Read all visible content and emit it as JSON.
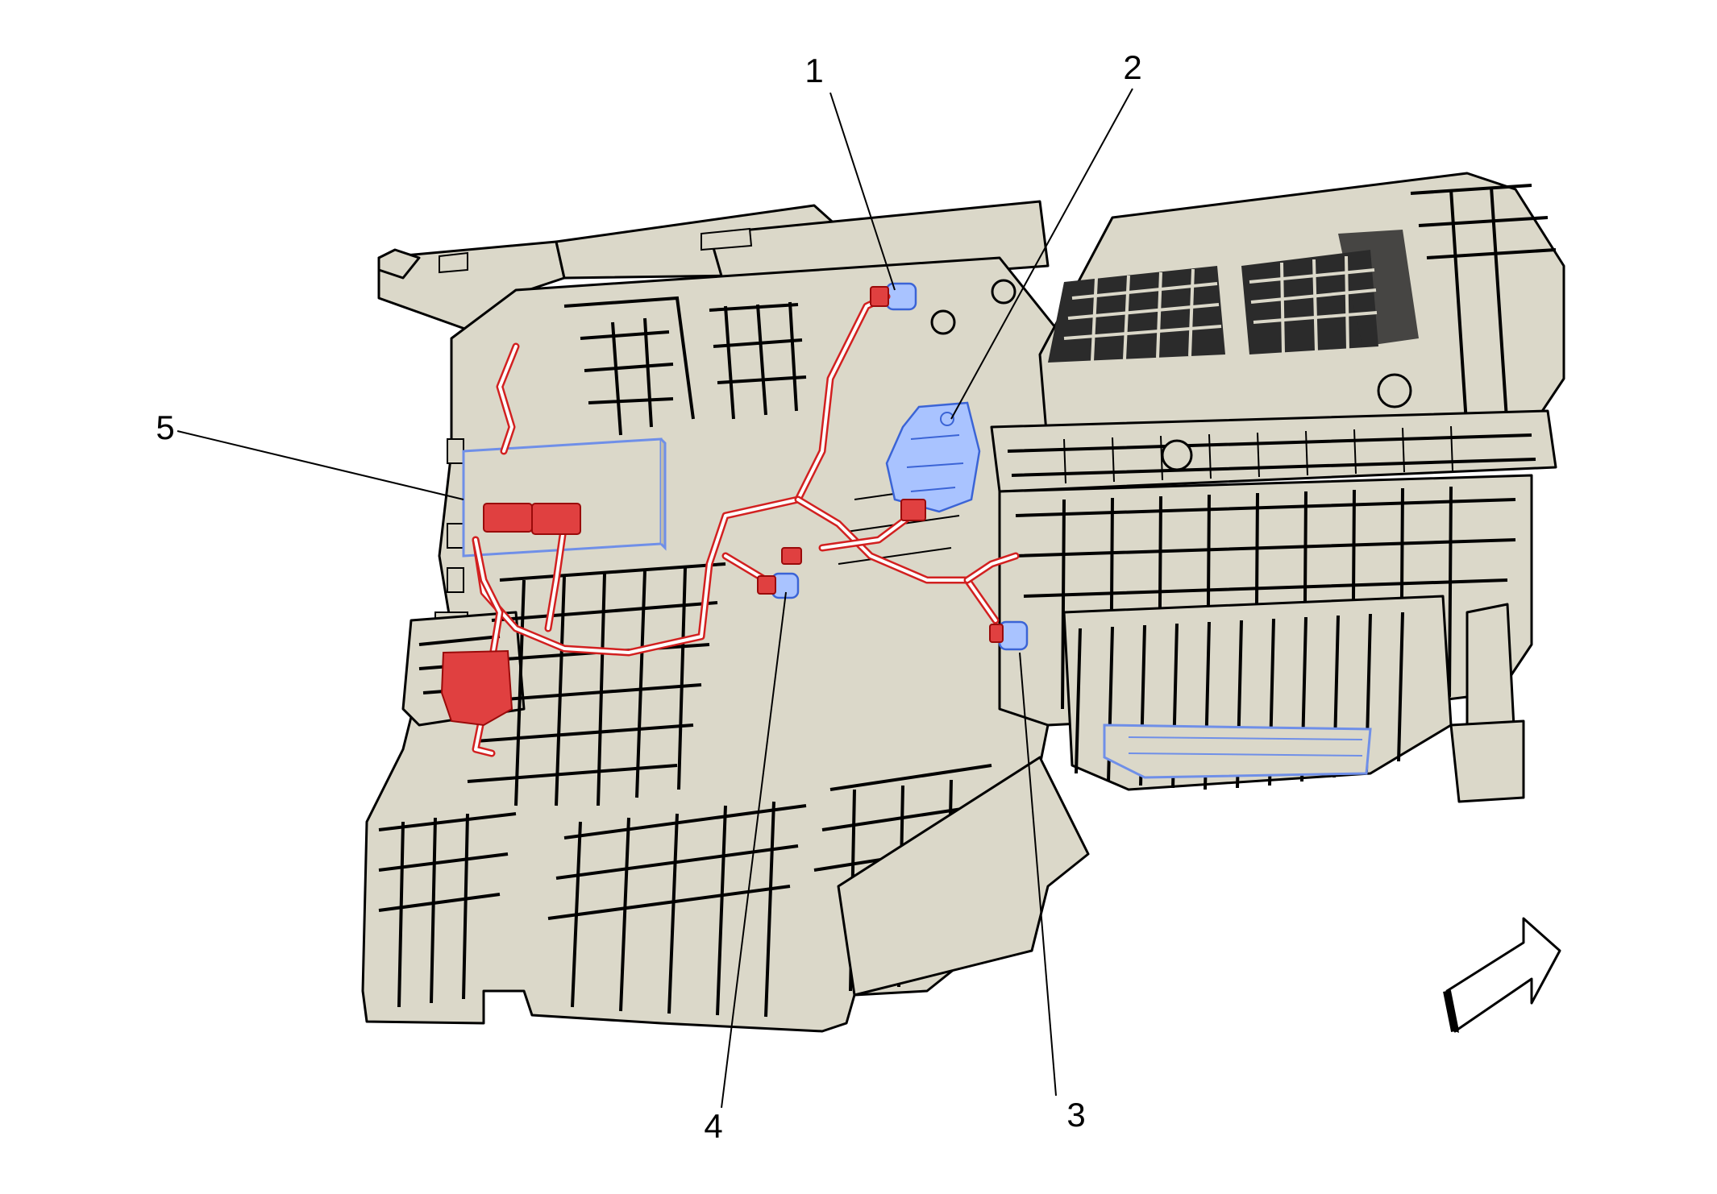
{
  "callouts": [
    {
      "id": "1",
      "label": "1"
    },
    {
      "id": "2",
      "label": "2"
    },
    {
      "id": "3",
      "label": "3"
    },
    {
      "id": "4",
      "label": "4"
    },
    {
      "id": "5",
      "label": "5"
    }
  ],
  "colors": {
    "housing": "#dbd8c9",
    "wiring_harness": "#d22020",
    "highlighted_component": "#a9c3ff",
    "outline": "#000000"
  },
  "icons": {
    "orientation_arrow": "forward-arrow-icon"
  }
}
